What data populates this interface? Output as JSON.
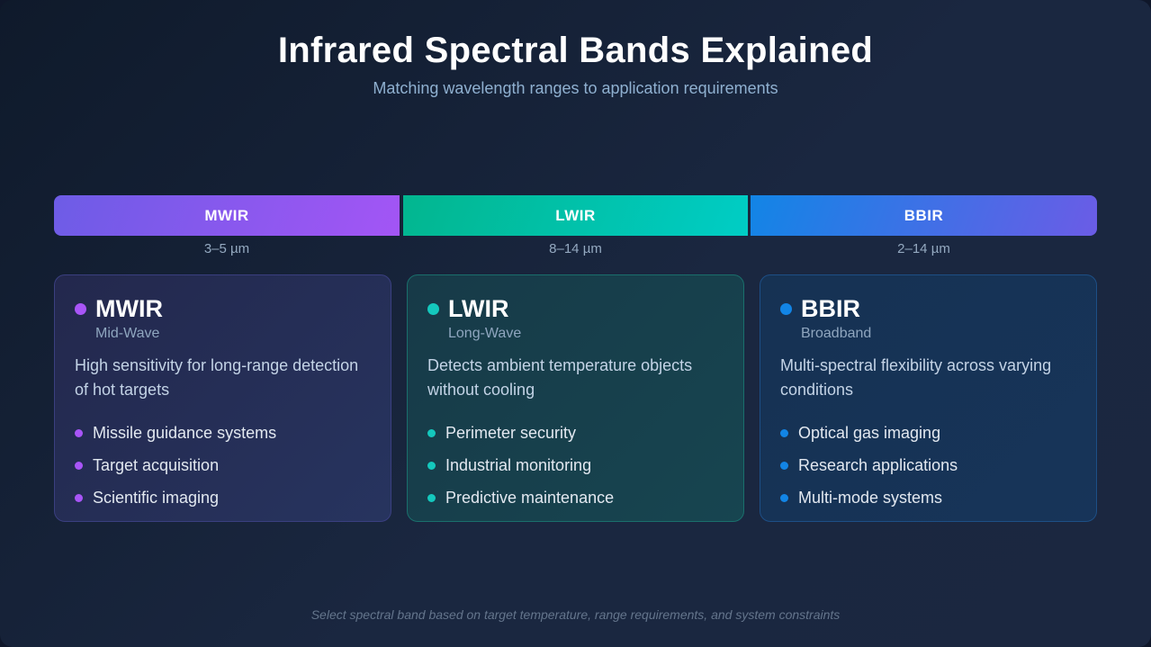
{
  "header": {
    "title": "Infrared Spectral Bands Explained",
    "subtitle": "Matching wavelength ranges to application requirements"
  },
  "bands": [
    {
      "label": "MWIR",
      "range": "3–5 µm",
      "color": "#a855f7"
    },
    {
      "label": "LWIR",
      "range": "8–14 µm",
      "color": "#00cdc5"
    },
    {
      "label": "BBIR",
      "range": "2–14 µm",
      "color": "#1285e6"
    }
  ],
  "cards": [
    {
      "title": "MWIR",
      "subtitle": "Mid-Wave",
      "description": "High sensitivity for long-range detection of hot targets",
      "items": [
        "Missile guidance systems",
        "Target acquisition",
        "Scientific imaging"
      ],
      "color": "#a855f7"
    },
    {
      "title": "LWIR",
      "subtitle": "Long-Wave",
      "description": "Detects ambient temperature objects without cooling",
      "items": [
        "Perimeter security",
        "Industrial monitoring",
        "Predictive maintenance"
      ],
      "color": "#14c8bd"
    },
    {
      "title": "BBIR",
      "subtitle": "Broadband",
      "description": "Multi-spectral flexibility across varying conditions",
      "items": [
        "Optical gas imaging",
        "Research applications",
        "Multi-mode systems"
      ],
      "color": "#1285e6"
    }
  ],
  "footer": "Select spectral band based on target temperature, range requirements, and system constraints"
}
